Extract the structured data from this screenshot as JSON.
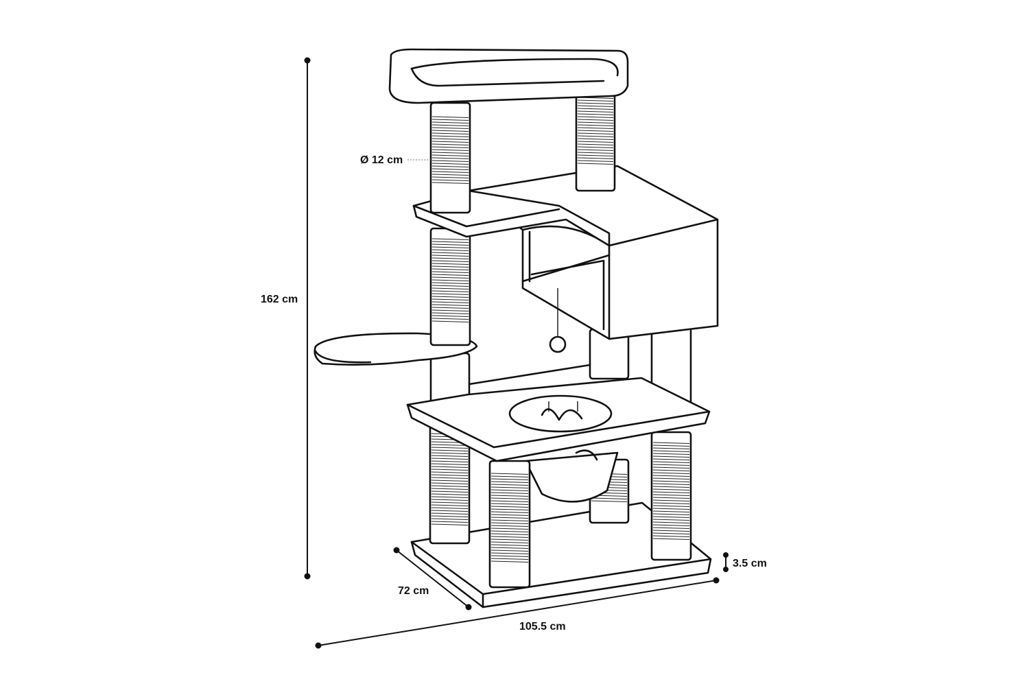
{
  "dimensions": {
    "height": "162 cm",
    "post_diameter": "Ø 12 cm",
    "depth": "72 cm",
    "width": "105.5 cm",
    "base_thickness": "3.5 cm"
  },
  "colors": {
    "line": "#111111",
    "fill": "#ffffff"
  }
}
